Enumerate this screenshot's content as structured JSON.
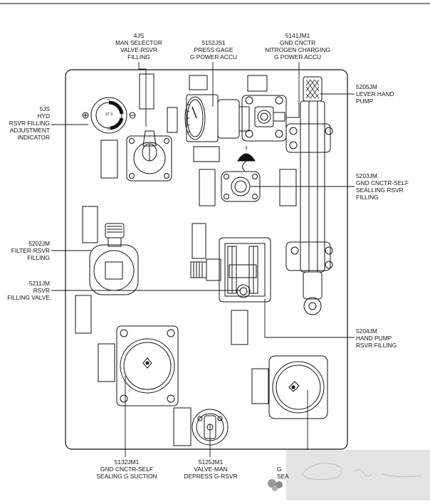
{
  "callouts": {
    "c_4js": {
      "lines": [
        "4JS",
        "MAN SELECTOR",
        "VALVE-RSVR",
        "FILLING"
      ]
    },
    "c_5152js1": {
      "lines": [
        "5152JS1",
        "PRESS GAGE",
        "G POWER ACCU"
      ]
    },
    "c_5141jm1": {
      "lines": [
        "5141JM1",
        "GND CNCTR",
        "NITROGEN CHARGING",
        "G POWER ACCU"
      ]
    },
    "c_5205jm": {
      "lines": [
        "5205JM",
        "LEVER HAND",
        "PUMP"
      ]
    },
    "c_5js": {
      "lines": [
        "5JS",
        "HYD",
        "RSVR FILLING",
        "ADJUSTMENT",
        "INDICATOR"
      ]
    },
    "c_5203jm": {
      "lines": [
        "5203JM",
        "GND CNCTR-SELF",
        "SEALLING RSVR",
        "FILLING"
      ]
    },
    "c_5202jm": {
      "lines": [
        "5202JM",
        "FILTER-RSVR",
        "FILLING"
      ]
    },
    "c_5211jm": {
      "lines": [
        "5211JM",
        "RSVR",
        "FILLING VALVE"
      ]
    },
    "c_5204jm": {
      "lines": [
        "5204JM",
        "HAND PUMP",
        "RSVR FILLING"
      ]
    },
    "c_5132jm1": {
      "lines": [
        "5132JM1",
        "GND CNCTR-SELF",
        "SEALING G SUCTION"
      ]
    },
    "c_5125jm1": {
      "lines": [
        "5125JM1",
        "VALVE-MAN",
        "DEPRESS G-RSVR"
      ]
    },
    "c_partial": {
      "lines": [
        "G",
        "SEA"
      ]
    }
  },
  "indicator_marks": {
    "top": "+",
    "mid": "ST 0",
    "bottom": "0"
  }
}
